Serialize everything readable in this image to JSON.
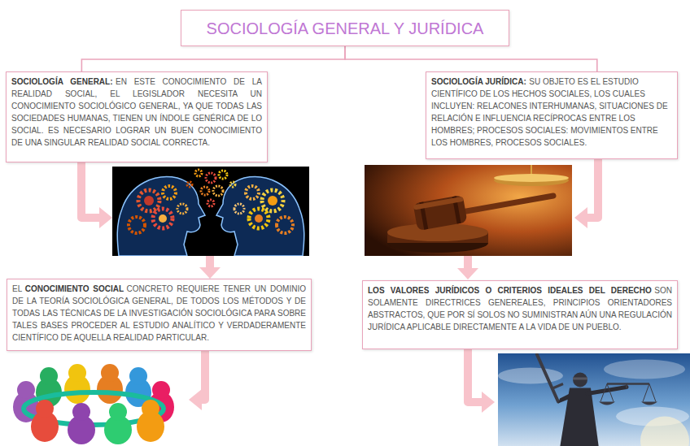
{
  "diagram": {
    "nodes": [
      {
        "text": [
          "SOCIOLOGÍA GENERAL Y JURÍDICA"
        ]
      },
      {
        "text": [
          "SOCIOLOGÍA GENERAL:",
          "EN ESTE CONOCIMIENTO DE LA REALIDAD SOCIAL, EL LEGISLADOR NECESITA UN CONOCIMIENTO SOCIOLÓGICO GENERAL, YA QUE TODAS LAS SOCIEDADES HUMANAS, TIENEN UN ÍNDOLE GENÉRICA DE LO SOCIAL. ES NECESARIO LOGRAR UN BUEN CONOCIMIENTO DE UNA SINGULAR REALIDAD SOCIAL CORRECTA."
        ]
      },
      {
        "text": [
          "SOCIOLOGÍA JURÍDICA:",
          "SU OBJETO ES EL ESTUDIO CIENTÍFICO DE LOS HECHOS SOCIALES, LOS CUALES INCLUYEN: RELACONES INTERHUMANAS, SITUACIONES DE RELACIÓN E INFLUENCIA RECÍPROCAS ENTRE LOS HOMBRES; PROCESOS SOCIALES: MOVIMIENTOS ENTRE LOS HOMBRES, PROCESOS SOCIALES."
        ]
      },
      {
        "text": [
          "EL",
          "CONOCIMIENTO SOCIAL",
          "CONCRETO REQUIERE TENER UN DOMINIO DE LA TEORÍA SOCIOLÓGICA GENERAL, DE TODOS LOS MÉTODOS Y DE TODAS LAS TÉCNICAS DE LA INVESTIGACIÓN SOCIOLÓGICA PARA SOBRE TALES BASES PROCEDER AL ESTUDIO ANALÍTICO Y VERDADERAMENTE CIENTÍFICO DE AQUELLA REALIDAD PARTICULAR."
        ]
      },
      {
        "text": [
          "LOS VALORES JURÍDICOS O CRITERIOS IDEALES DEL DERECHO",
          "SON SOLAMENTE DIRECTRICES GENEREALES, PRINCIPIOS ORIENTADORES ABSTRACTOS, QUE POR SÍ SOLOS NO SUMINISTRAN AÚN UNA REGULACIÓN JURÍDICA APLICABLE DIRECTAMENTE A LA VIDA DE UN PUEBLO."
        ]
      }
    ],
    "edges": [
      {
        "from": 0,
        "to": 1,
        "arrow": "none"
      },
      {
        "from": 0,
        "to": 2,
        "arrow": "none"
      }
    ]
  }
}
